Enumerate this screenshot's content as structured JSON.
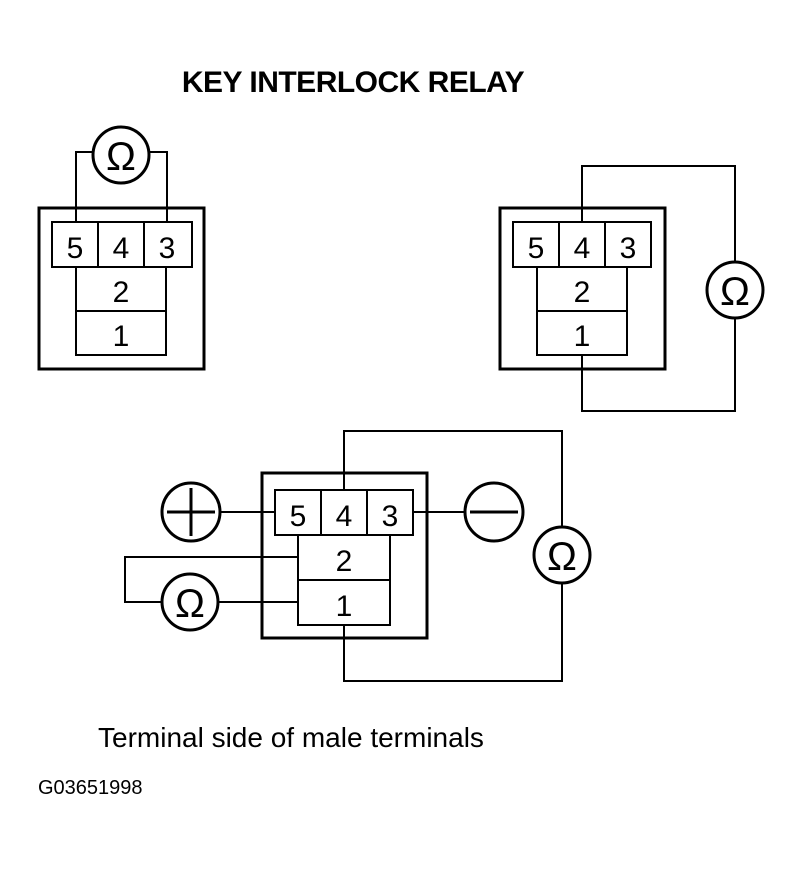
{
  "title": "KEY INTERLOCK RELAY",
  "caption": "Terminal side of male terminals",
  "figure_code": "G03651998",
  "terminals": {
    "t1": "1",
    "t2": "2",
    "t3": "3",
    "t4": "4",
    "t5": "5"
  },
  "symbols": {
    "ohm": "Ω"
  },
  "colors": {
    "ink": "#000000",
    "background": "#ffffff"
  }
}
